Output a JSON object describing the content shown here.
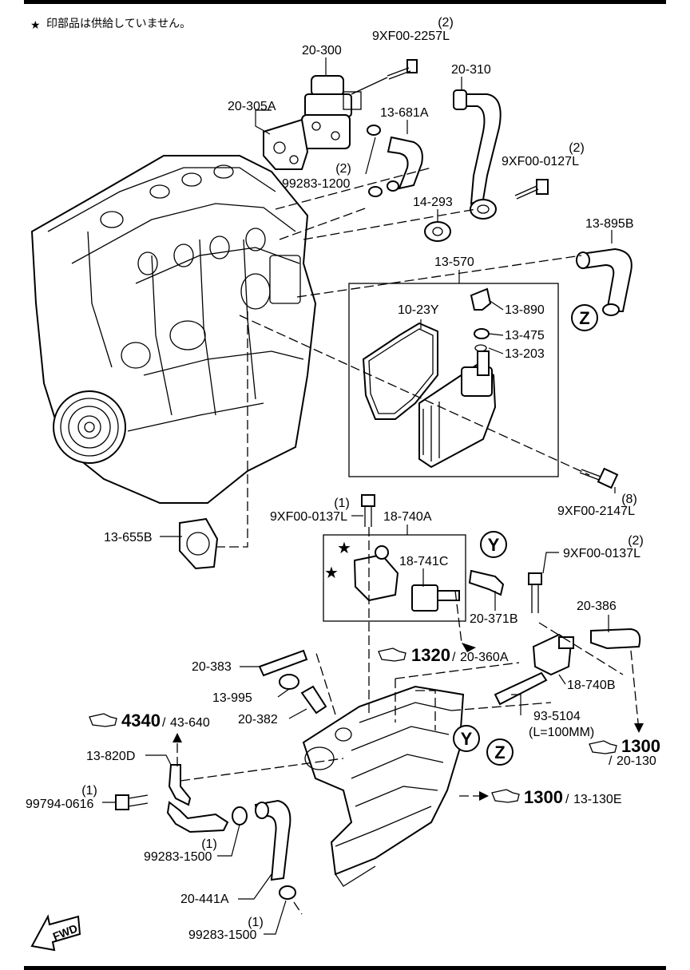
{
  "header": {
    "note_symbol": "★",
    "note_text": "印部品は供給していません。"
  },
  "parts": {
    "p20_300": "20-300",
    "p9xf00_2257l": "9XF00-2257L",
    "q9xf00_2257l": "(2)",
    "p20_310": "20-310",
    "p20_305a": "20-305A",
    "p13_681a": "13-681A",
    "p9xf00_0127l": "9XF00-0127L",
    "q9xf00_0127l": "(2)",
    "p99283_1200": "99283-1200",
    "q99283_1200": "(2)",
    "p14_293": "14-293",
    "p13_895b": "13-895B",
    "p13_570": "13-570",
    "p10_23y": "10-23Y",
    "p13_890": "13-890",
    "p13_475": "13-475",
    "p13_203": "13-203",
    "p9xf00_2147l": "9XF00-2147L",
    "q9xf00_2147l": "(8)",
    "p9xf00_0137l_a": "9XF00-0137L",
    "q9xf00_0137l_a": "(1)",
    "p18_740a": "18-740A",
    "p13_655b": "13-655B",
    "p18_741c": "18-741C",
    "p9xf00_0137l_b": "9XF00-0137L",
    "q9xf00_0137l_b": "(2)",
    "p20_371b": "20-371B",
    "p20_386": "20-386",
    "p20_383": "20-383",
    "p13_995": "13-995",
    "p20_382": "20-382",
    "p18_740b": "18-740B",
    "p93_5104": "93-5104",
    "len_93_5104": "(L=100MM)",
    "p13_820d": "13-820D",
    "p99794_0616": "99794-0616",
    "q99794_0616": "(1)",
    "p99283_1500_a": "99283-1500",
    "q99283_1500_a": "(1)",
    "p20_441a": "20-441A",
    "p99283_1500_b": "99283-1500",
    "q99283_1500_b": "(1)"
  },
  "refs": {
    "r1320_num": "1320",
    "r1320_sub": "20-360A",
    "r4340_num": "4340",
    "r4340_sub": "43-640",
    "r1300a_num": "1300",
    "r1300a_sub": "20-130",
    "r1300b_num": "1300",
    "r1300b_sub": "13-130E"
  },
  "markers": {
    "z": "Z",
    "y": "Y",
    "star": "★"
  },
  "fwd": "FWD",
  "colors": {
    "ink": "#000000",
    "background": "#ffffff"
  }
}
